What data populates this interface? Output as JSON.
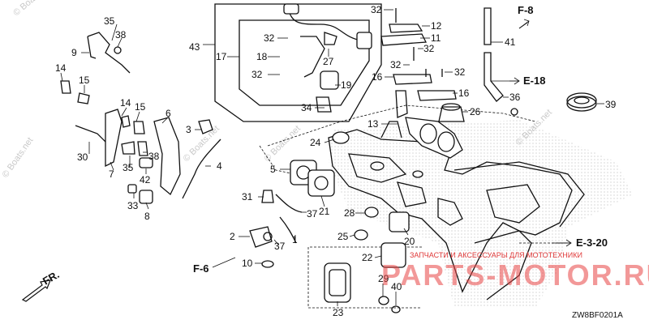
{
  "part_numbers": [
    "1",
    "2",
    "3",
    "4",
    "5",
    "6",
    "7",
    "8",
    "9",
    "10",
    "11",
    "12",
    "13",
    "14",
    "15",
    "16",
    "17",
    "18",
    "19",
    "20",
    "21",
    "22",
    "23",
    "24",
    "25",
    "26",
    "27",
    "28",
    "29",
    "30",
    "31",
    "32",
    "33",
    "34",
    "35",
    "36",
    "37",
    "38",
    "39",
    "40",
    "41",
    "42",
    "43"
  ],
  "labels": {
    "n35a": "35",
    "n38a": "38",
    "n9": "9",
    "n14a": "14",
    "n15a": "15",
    "n43": "43",
    "n17": "17",
    "n32a": "32",
    "n18": "18",
    "n32b": "32",
    "n34": "34",
    "n27": "27",
    "n19": "19",
    "n32c": "32",
    "n12": "12",
    "n11": "11",
    "n32d": "32",
    "n32e": "32",
    "n32f": "32",
    "n16a": "16",
    "n16b": "16",
    "n41": "41",
    "n36": "36",
    "n26": "26",
    "n39": "39",
    "n14b": "14",
    "n15b": "15",
    "n6": "6",
    "n3": "3",
    "n30": "30",
    "n7": "7",
    "n35b": "35",
    "n38b": "38",
    "n42": "42",
    "n33": "33",
    "n8": "8",
    "n4": "4",
    "n13": "13",
    "n24": "24",
    "n5": "5",
    "n21": "21",
    "n31": "31",
    "n37a": "37",
    "n1": "1",
    "n28": "28",
    "n2": "2",
    "n37b": "37",
    "n10": "10",
    "n25": "25",
    "n20": "20",
    "n22": "22",
    "n23": "23",
    "n29": "29",
    "n40": "40"
  },
  "refs": {
    "f8": "F-8",
    "e18": "E-18",
    "e320": "E-3-20",
    "f6": "F-6",
    "fr": "FR."
  },
  "diagram_code": "ZW8BF0201A",
  "watermarks": {
    "boats_net": "© Boats.net",
    "ru_caption": "ЗАПЧАСТИ И АКСЕССУАРЫ ДЛЯ МОТОТЕХНИКИ",
    "ru_logo": "PARTS-MOTOR.RU"
  },
  "colors": {
    "line": "#111111",
    "logo": "#e84545",
    "watermark": "#c9c9c9"
  }
}
